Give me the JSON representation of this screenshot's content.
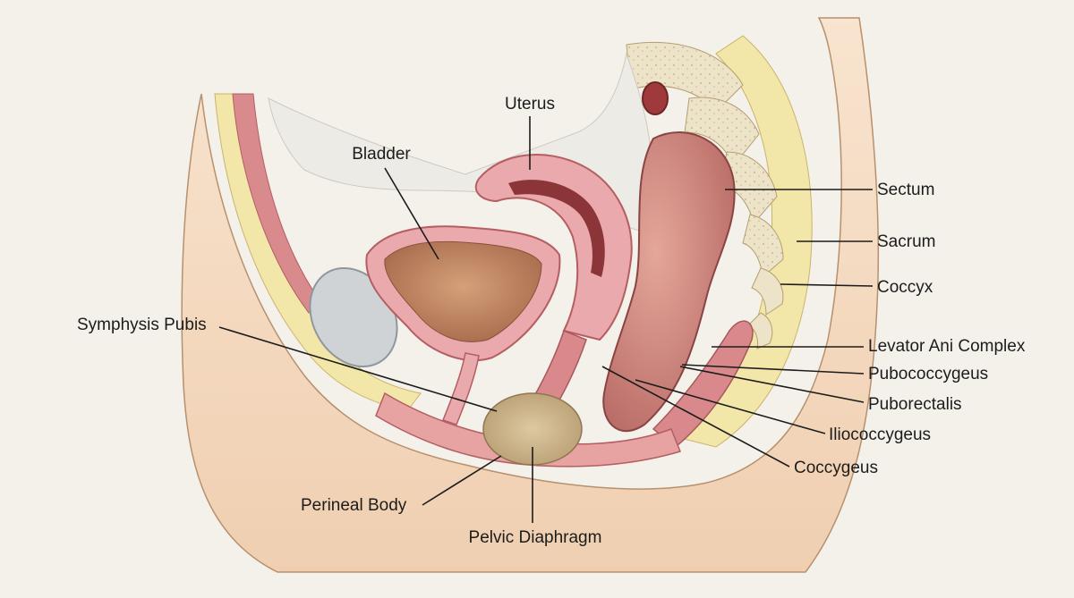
{
  "labels": {
    "uterus": "Uterus",
    "bladder": "Bladder",
    "sectum": "Sectum",
    "sacrum": "Sacrum",
    "coccyx": "Coccyx",
    "symphysis_pubis": "Symphysis Pubis",
    "levator_ani_complex": "Levator Ani Complex",
    "pubococcygeus": "Pubococcygeus",
    "puborectalis": "Puborectalis",
    "iliococcygeus": "Iliococcygeus",
    "coccygeus": "Coccygeus",
    "perineal_body": "Perineal Body",
    "pelvic_diaphragm": "Pelvic Diaphragm"
  },
  "colors": {
    "background": "#f4f1ea",
    "skin": "#f6dcc3",
    "fat": "#f2e6a8",
    "muscle": "#d9888c",
    "muscle_light": "#eaa9ac",
    "bone": "#ece3c8",
    "bladder_interior": "#c48a63",
    "perineal_body": "#c9b389",
    "pubic_cartilage": "#cfd3d6",
    "leader_line": "#1c1c1c"
  }
}
